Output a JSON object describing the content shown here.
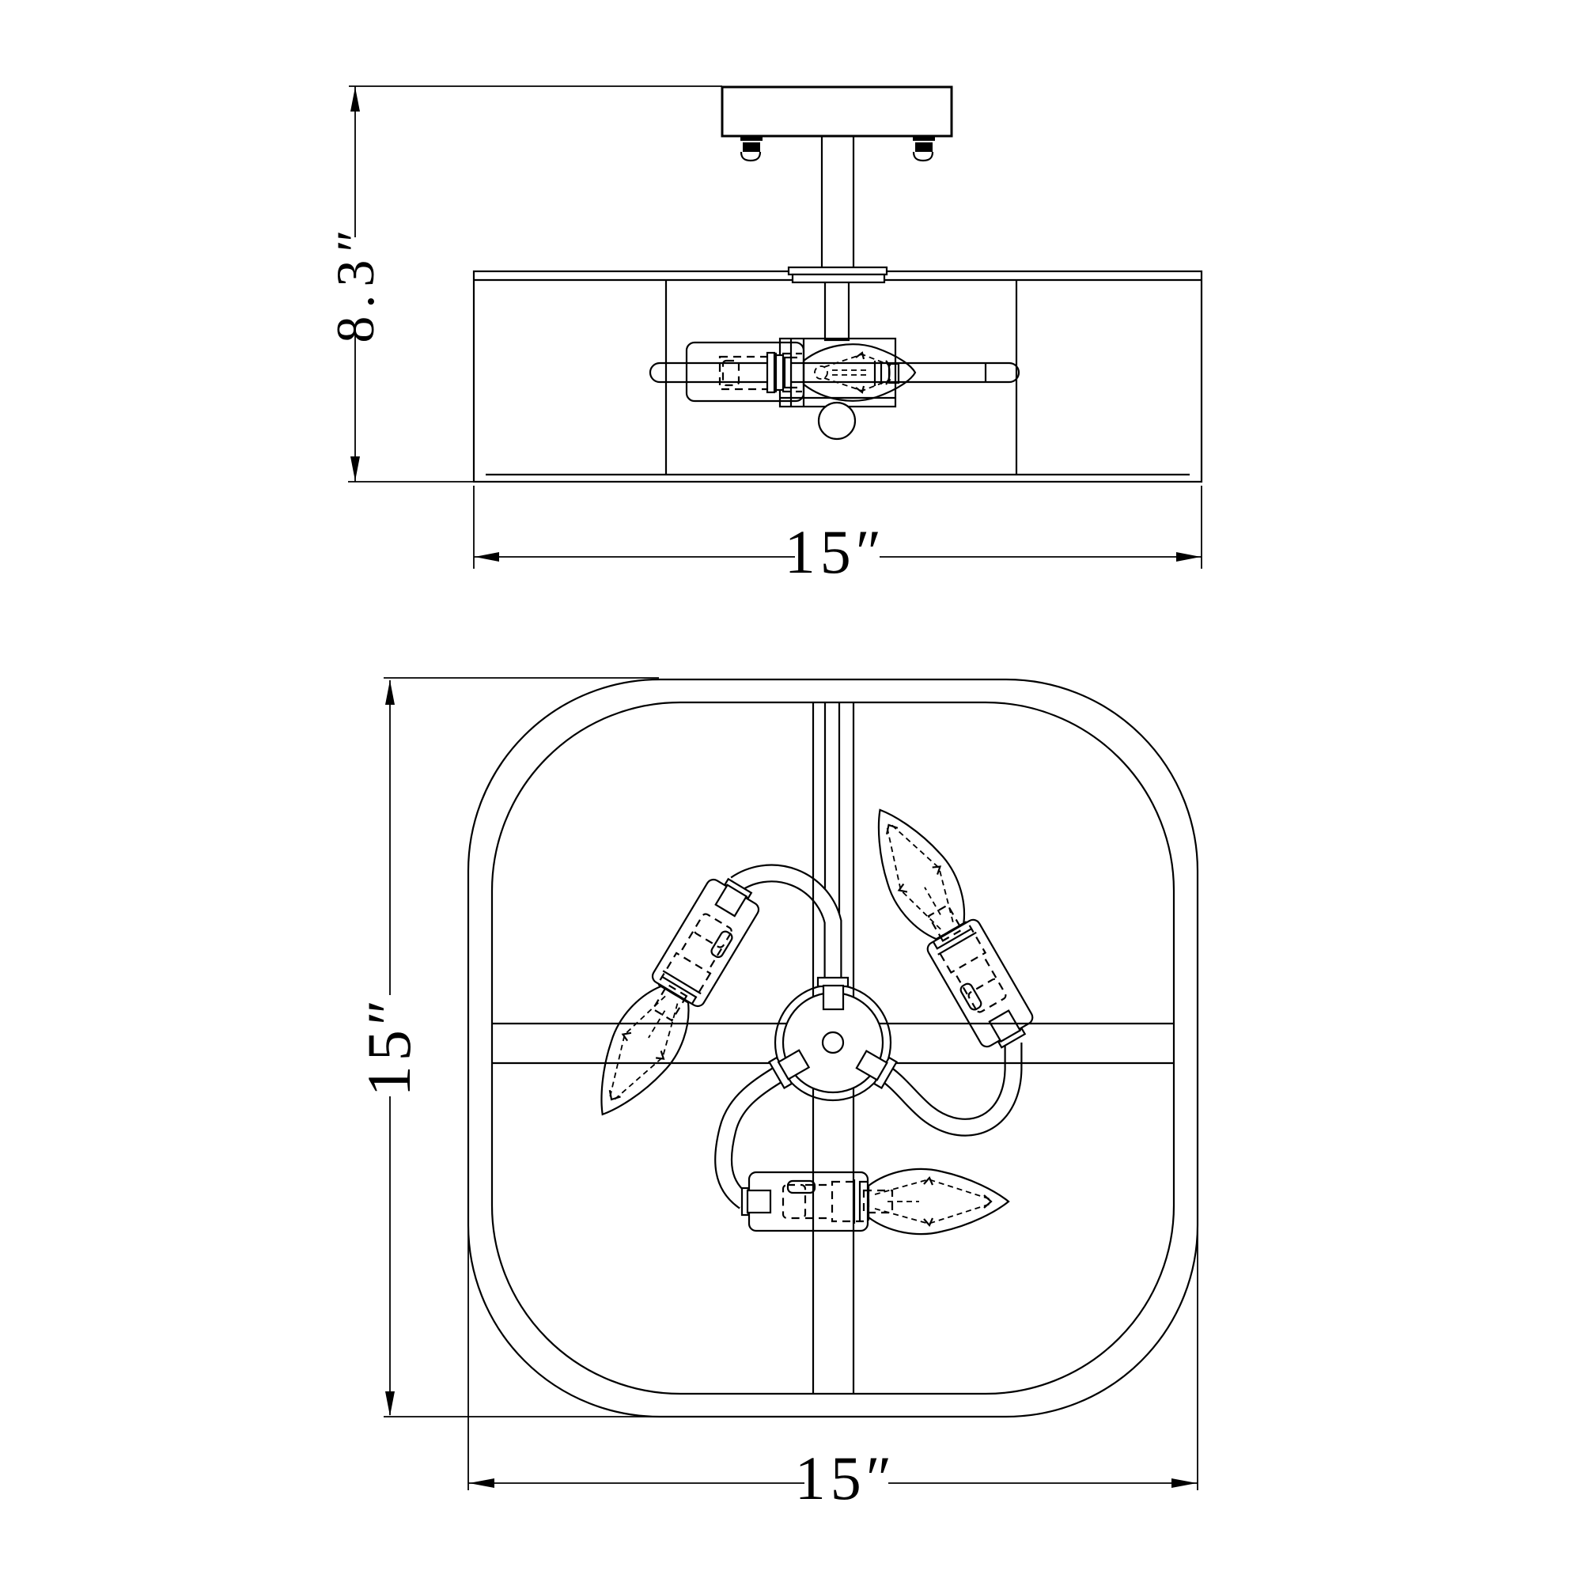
{
  "drawing": {
    "background": "#ffffff",
    "line_color": "#000000",
    "side_view": {
      "height_dim": "8.3″",
      "width_dim": "15″"
    },
    "plan_view": {
      "height_dim": "15″",
      "width_dim": "15″"
    }
  }
}
